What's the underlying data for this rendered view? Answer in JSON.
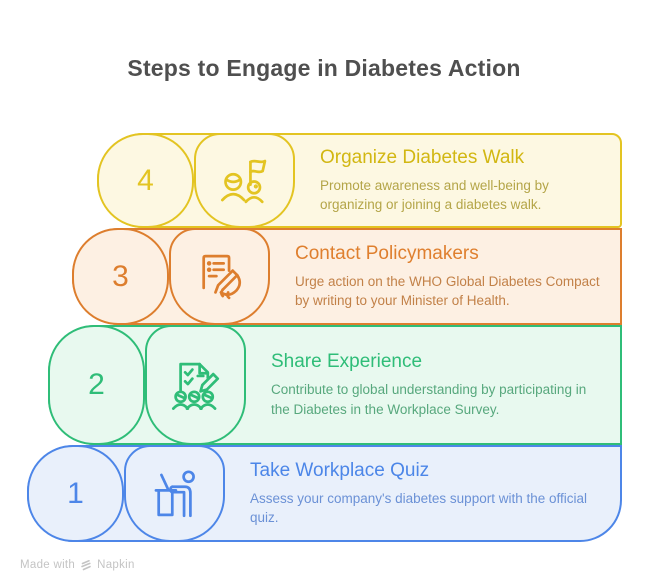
{
  "title": "Steps to Engage in Diabetes Action",
  "steps": [
    {
      "number": "4",
      "title": "Organize Diabetes Walk",
      "description": "Promote awareness and well-being by organizing or joining a diabetes walk.",
      "icon": "walk-group-flag-icon",
      "colors": {
        "border": "#e3c422",
        "fill": "#fdf8e2",
        "title": "#d2b712",
        "description": "#b4a548"
      }
    },
    {
      "number": "3",
      "title": "Contact Policymakers",
      "description": "Urge action on the WHO Global Diabetes Compact by writing to your Minister of Health.",
      "icon": "letter-writing-hand-pen-icon",
      "colors": {
        "border": "#dd7e2e",
        "fill": "#fdf0e3",
        "title": "#df7f2e",
        "description": "#c28148"
      }
    },
    {
      "number": "2",
      "title": "Share Experience",
      "description": "Contribute to global understanding by participating in the Diabetes in the Workplace Survey.",
      "icon": "survey-checklist-people-icon",
      "colors": {
        "border": "#2fbd78",
        "fill": "#e8f9ef",
        "title": "#2fbd78",
        "description": "#57a87d"
      }
    },
    {
      "number": "1",
      "title": "Take Workplace Quiz",
      "description": "Assess your company's diabetes support with the official quiz.",
      "icon": "podium-presenter-icon",
      "colors": {
        "border": "#4d86e8",
        "fill": "#e9f0fb",
        "title": "#4c86e8",
        "description": "#6b91d6"
      }
    }
  ],
  "watermark": {
    "prefix": "Made with",
    "brand": "Napkin",
    "logo": "napkin-strokes-icon"
  }
}
